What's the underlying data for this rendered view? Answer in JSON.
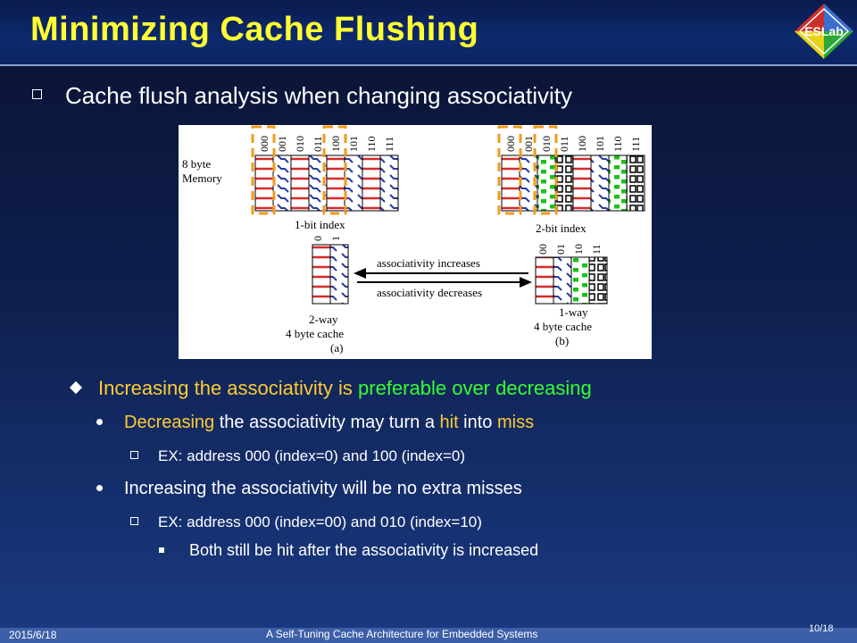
{
  "slide": {
    "title": "Minimizing Cache Flushing",
    "logo_text": "ESLab",
    "bullet1": "Cache flush analysis when changing associativity",
    "sub1": {
      "part1": "Increasing the associativity is ",
      "part2": "preferable over decreasing"
    },
    "sub2": {
      "part1": "Decreasing",
      "part2": " the associativity may turn a ",
      "part3": "hit",
      "part4": " into ",
      "part5": "miss"
    },
    "sub3": "EX: address 000 (index=0) and 100 (index=0)",
    "sub4": "Increasing the associativity will be no extra misses",
    "sub5": "EX: address 000 (index=00) and 010 (index=10)",
    "sub6": "Both still be hit after the associativity is increased"
  },
  "figure": {
    "memory_label_line1": "8 byte",
    "memory_label_line2": "Memory",
    "addresses": [
      "000",
      "001",
      "010",
      "011",
      "100",
      "101",
      "110",
      "111"
    ],
    "index_1bit": "1-bit index",
    "index_2bit": "2-bit index",
    "idx2_labels": [
      "0",
      "1"
    ],
    "idx1_labels": [
      "00",
      "01",
      "10",
      "11"
    ],
    "arrow_inc": "associativity increases",
    "arrow_dec": "associativity decreases",
    "cache_a_line1": "2-way",
    "cache_a_line2": "4 byte cache",
    "cache_a_tag": "(a)",
    "cache_b_line1": "1-way",
    "cache_b_line2": "4 byte cache",
    "cache_b_tag": "(b)"
  },
  "footer": {
    "date": "2015/6/18",
    "center": "A Self-Tuning Cache Architecture for Embedded Systems",
    "page": "10/18"
  },
  "colors": {
    "title": "#ffff33",
    "accent_green": "#33ff33",
    "accent_orange": "#ffcc33",
    "red_block": "#d62b2b",
    "blue_block": "#2a3a9e",
    "green_block": "#19c219",
    "flush_box": "#f29a1d"
  }
}
